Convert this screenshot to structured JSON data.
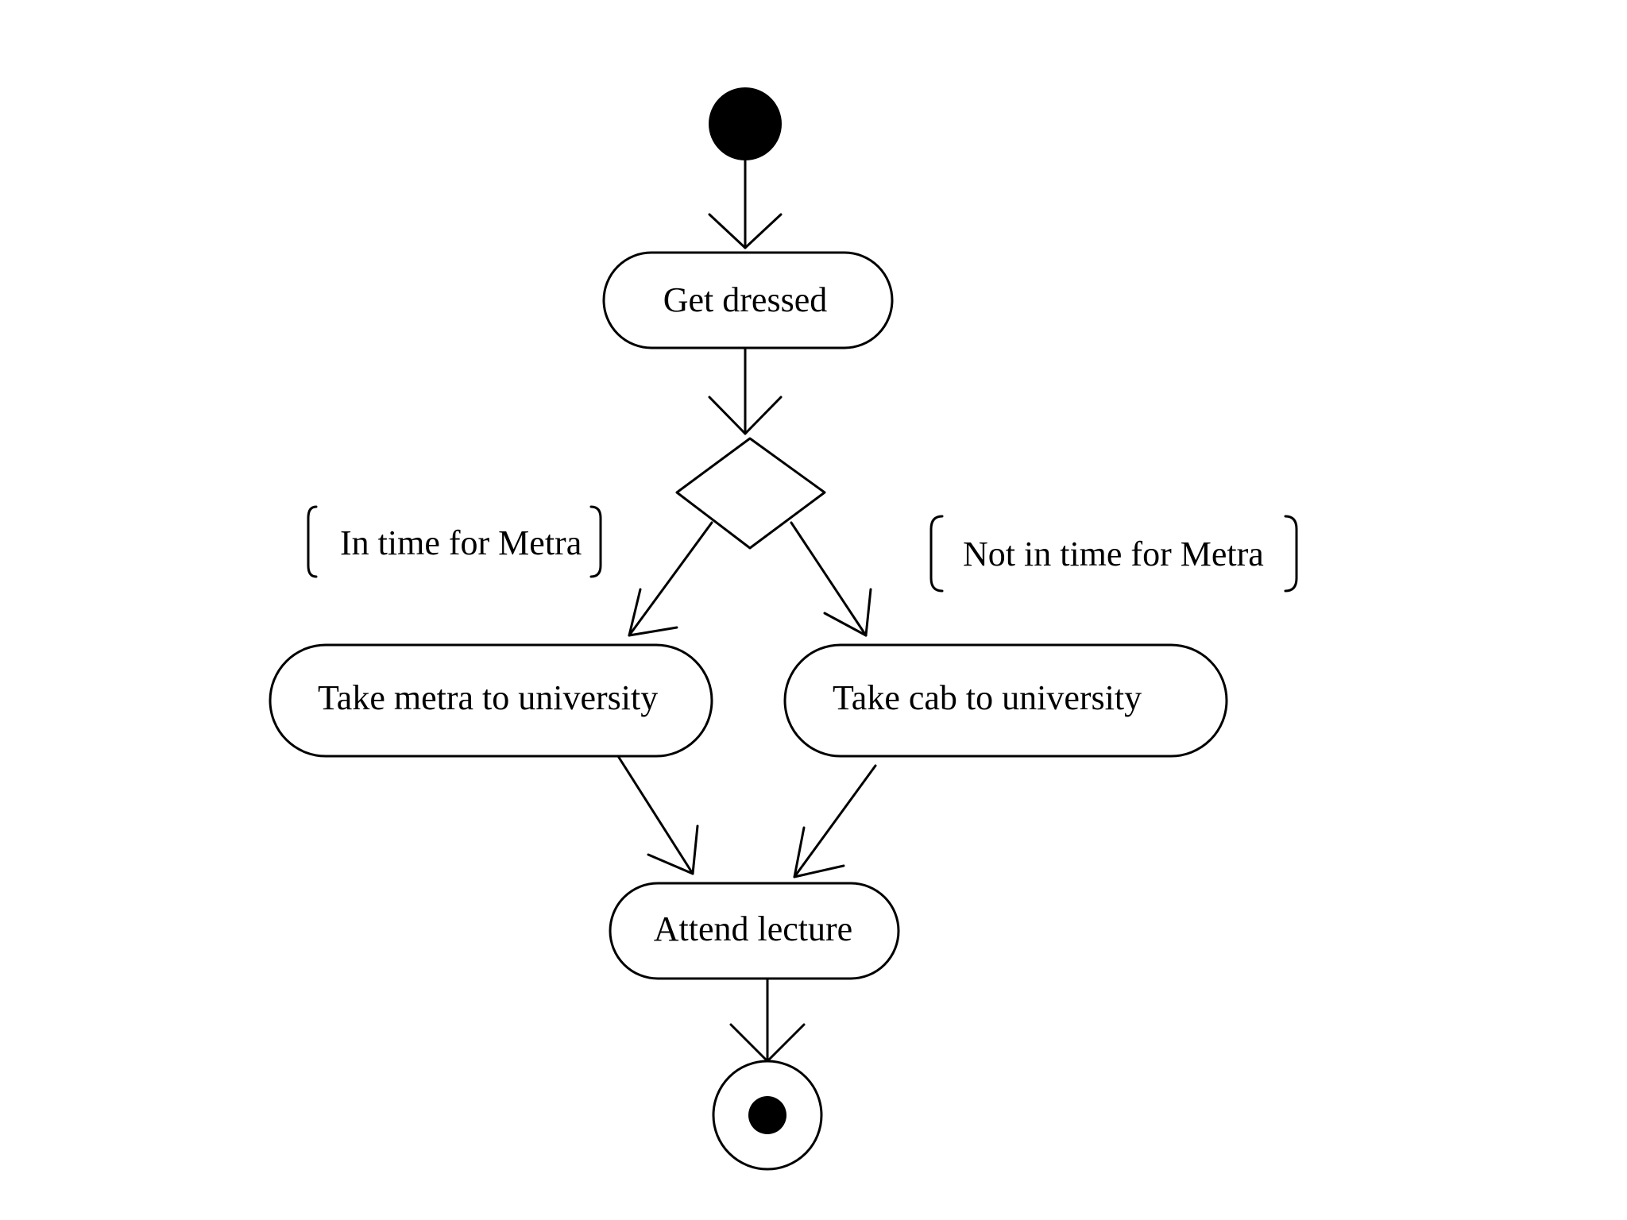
{
  "activities": {
    "get_dressed": "Get dressed",
    "take_metra": "Take metra to university",
    "take_cab": "Take cab to university",
    "attend_lecture": "Attend lecture"
  },
  "guards": {
    "in_time": "In time for Metra",
    "not_in_time": "Not in time for Metra"
  },
  "colors": {
    "stroke": "#000000",
    "background": "#ffffff"
  }
}
